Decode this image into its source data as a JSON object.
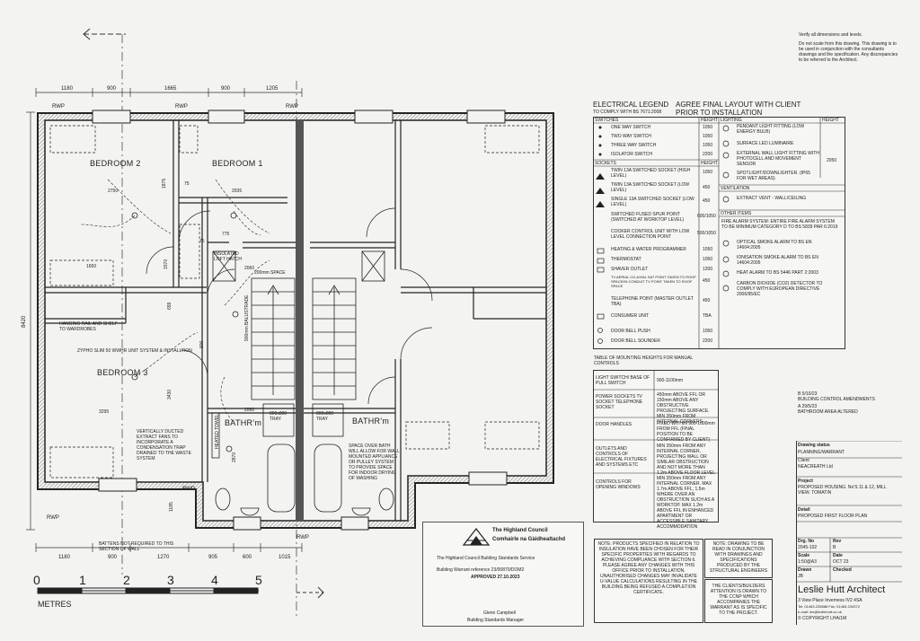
{
  "top_notes": {
    "verify": "Verify all dimensions and levels.",
    "scale_note": "Do not scale from this drawing. This drawing is to be used in conjunction with the consultants drawings and the specification. Any discrepancies to be referred to the Architect."
  },
  "plan": {
    "top_dims": [
      "1180",
      "900",
      "1665",
      "900",
      "1205"
    ],
    "bottom_dims": [
      "1180",
      "900",
      "1270",
      "905",
      "600",
      "1015"
    ],
    "left_dim": "8420",
    "rwp": "RWP",
    "rooms": {
      "bedroom2": "BEDROOM 2",
      "bedroom1": "BEDROOM 1",
      "bedroom3": "BEDROOM 3",
      "bath_left": "BATHR'm",
      "bath_right": "BATHR'm"
    },
    "inner_dims": [
      "2750",
      "2935",
      "1650",
      "1875",
      "1570",
      "2060",
      "659",
      "800",
      "3430",
      "3295",
      "2060",
      "775",
      "75",
      "75",
      "2870",
      "1185"
    ],
    "labels": {
      "hanging_rail": "HANGING RAIL AND SHELF TO WARDROBES",
      "zypho": "ZYPHO SLIM 50 WWHR UNIT SYSTEM & INSTALLTION",
      "insulated_loft": "INSULATED LOFT HATCH",
      "space_200": "200mm SPACE",
      "balustrade": "900mm BALUSTRADE",
      "tray_left": "800x800 TRAY",
      "tray_right": "800x800 TRAY",
      "heated_towel": "HEATED TOWEL",
      "ducted": "VERTICALLY DUCTED EXTRACT FANS TO INCORPORATE A CONDENSATION TRAP DRAINED TO THE WASTE SYSTEM",
      "space_over_bath": "SPACE OVER BATH WILL ALLOW FOR WALL MOUNTED APPLIANCE OR PULLEY SYSTEM TO PROVIDE SPACE FOR INDOOR DRYING OF WASHING",
      "battens": "BATTENS NOT REQUIRED TO THIS SECTION OF WALL"
    },
    "scale_bar": {
      "ticks": [
        "0",
        "1",
        "2",
        "3",
        "4",
        "5"
      ],
      "unit": "METRES"
    }
  },
  "legend": {
    "title": "ELECTRICAL LEGEND",
    "subtitle": "TO COMPLY WITH BS 7671:2008",
    "agree": "AGREE FINAL LAYOUT WITH CLIENT PRIOR TO INSTALLATION",
    "col_switches": "SWITCHES",
    "col_height": "HEIGHT",
    "col_lighting": "LIGHTING",
    "switches": [
      {
        "label": "ONE WAY SWITCH",
        "h": "1050"
      },
      {
        "label": "TWO WAY SWITCH",
        "h": "1050"
      },
      {
        "label": "THREE WAY SWITCH",
        "h": "1050"
      },
      {
        "label": "ISOLATOR SWITCH",
        "h": "2200"
      }
    ],
    "col_sockets": "SOCKETS",
    "sockets": [
      {
        "label": "TWIN 13A SWITCHED SOCKET (HIGH LEVEL)",
        "h": "1050"
      },
      {
        "label": "TWIN 13A SWITCHED SOCKET (LOW LEVEL)",
        "h": "450"
      },
      {
        "label": "SINGLE 13A SWITCHED SOCKET (LOW LEVEL)",
        "h": "450"
      },
      {
        "label": "SWITCHED FUSED SPUR POINT (SWITCHED AT WORKTOP LEVEL)",
        "h": "600/1050"
      },
      {
        "label": "COOKER CONTROL UNIT WITH LOW LEVEL CONNECTION POINT",
        "h": "500/1050"
      },
      {
        "label": "HEATING & WATER PROGRAMMER",
        "h": "1050"
      },
      {
        "label": "THERMOSTAT",
        "h": "1050"
      },
      {
        "label": "SHAVER OUTLET",
        "h": "1200"
      },
      {
        "label": "TV AERIAL CO-AXIAL SAT POINT TAKEN TO ROOF SPACE/IN CONDUIT TV POINT TAKEN TO ROOF SPACE",
        "h": "450"
      },
      {
        "label": "TELEPHONE POINT (MASTER OUTLET TBA)",
        "h": "450"
      },
      {
        "label": "CONSUMER UNIT",
        "h": "TBA"
      },
      {
        "label": "DOOR BELL PUSH",
        "h": "1050"
      },
      {
        "label": "DOOR BELL SOUNDER",
        "h": "2200"
      }
    ],
    "lighting": [
      {
        "label": "PENDANT LIGHT FITTING (LOW ENERGY BULB)"
      },
      {
        "label": "SURFACE LED LUMINAIRE"
      },
      {
        "label": "EXTERNAL WALL LIGHT FITTING WITH PHOTOCELL AND MOVEMENT SENSOR",
        "h": "2050"
      },
      {
        "label": "SPOTLIGHT/DOWNLIGHTER. (IP65 FOR WET AREAS)"
      }
    ],
    "col_ventilation": "VENTILATION",
    "ventilation": [
      {
        "label": "EXTRACT VENT - WALL/CEILING"
      }
    ],
    "col_other": "OTHER ITEMS",
    "other": [
      {
        "label": "FIRE ALARM SYSTEM: ENTIRE FIRE ALARM SYSTEM TO BE MINIMUM CATEGORY D TO BS 5839 PAR 6:2019"
      },
      {
        "label": "OPTICAL SMOKE ALARM TO BS EN 14604:2005"
      },
      {
        "label": "IONISATION SMOKE ALARM TO BS EN 14604:2005"
      },
      {
        "label": "HEAT ALARM TO BS 5446 PART 2:2003"
      },
      {
        "label": "CARBON DIOXIDE (CO2) DETECTOR TO COMPLY WITH EUROPEAN DIRECTIVE 2006/95/EC"
      }
    ]
  },
  "mounting": {
    "title": "TABLE OF MOUNTING HEIGHTS FOR MANUAL CONTROLS",
    "rows": [
      {
        "item": "LIGHT SWITCH/ BASE OF PULL SWITCH",
        "value": "900-1100mm"
      },
      {
        "item": "POWER SOCKETS TV SOCKET TELEPHONE SOCKET",
        "value": "450mm ABOVE FFL OR 150mm ABOVE ANY OBSTRUCTIVE PROJECTING SURFACE. MIN 350mm FROM INTERNAL CORNERS"
      },
      {
        "item": "DOOR HANDLES",
        "value": "FIXED WITHIN 900-1000mm FROM FFL (FINAL POSITION TO BE CONFIRMED BY CLIENT)"
      },
      {
        "item": "OUTLETS AND CONTROLS OF ELECTRICAL FIXTURES AND SYSTEMS ETC",
        "value": "MIN 350mm FROM ANY INTERNAL CORNER, PROJECTING WALL OR SIMILAR OBSTRUCTION AND NOT MORE THAN 1.2m ABOVE FLOOR LEVEL"
      },
      {
        "item": "CONTROLS FOR OPENING WINDOWS",
        "value": "MIN 350mm FROM ANY INTERNAL CORNER. MAX 1.7m ABOVE FFL, 1.5m WHERE OVER AN OBSTRUCTION SUCH AS A WORKTOP. MAX 1.2m ABOVE FFL IN ENHANCED APARTMENT OR ACCESSIBLE SANITARY ACCOMMODATION"
      }
    ]
  },
  "stamp": {
    "org_en": "The Highland Council",
    "org_gd": "Comhairle na Gàidhealtachd",
    "service": "The Highland Council Building Standards Service",
    "ref": "Building Warrant reference 23/00870/DOM2",
    "approved": "APPROVED 27.10.2023",
    "name": "Glenn Campbell",
    "role": "Building Standards Manager"
  },
  "notes": {
    "products": "NOTE: PRODUCTS SPECIFIED IN RELATION TO INSULATION HAVE BEEN CHOSEN FOR THEIR SPECIFIC PROPERTIES WITH REGARDS TO ACHIEVING COMPLIANCE WITH SECTION 6. PLEASE AGREE ANY CHANGES WITH THIS OFFICE PRIOR TO INSTALLATION. UNAUTHORISED CHANGES MAY INVALIDATE U-VALUE CALCULATIONS RESULTING IN THE BUILDING BEING REFUSED A COMPLETION CERTIFICATE.",
    "drawing": "NOTE: DRAWING TO BE READ IN CONJUNCTION WITH DRAWINGS AND SPECIFICATIONS PRODUCED BY THE STRUCTURAL ENGINEERS",
    "ccnp": "THE CLIENTS/BUILDERS ATTENTION IS DRAWN TO THE CCNP WHICH ACCOMPANIES THE WARRANT AS IS SPECIFIC TO THE PROJECT."
  },
  "title_block": {
    "rev_b": "B 5/10/23",
    "rev_b_desc": "BUILDING CONTROL AMENDMENTS",
    "rev_a": "A 29/5/23",
    "rev_a_desc": "BATHROOM AREA ALTERED",
    "status_label": "Drawing status",
    "status": "PLANNING/WARRANT",
    "client_label": "Client",
    "client": "NEACREATH Ltd",
    "project_label": "Project",
    "project": "PROPOSED HOUSING. No'S 11 & 12, MILL VIEW. TOMATIN",
    "detail_label": "Detail",
    "detail": "PROPOSED FIRST FLOOR PLAN",
    "drg_no_label": "Drg. No",
    "drg_no": "2045-102",
    "rev_label": "Rev",
    "rev": "B",
    "scale_label": "Scale",
    "scale": "1:50@A3",
    "date_label": "Date",
    "date": "OCT 23",
    "drawn_label": "Drawn",
    "drawn": "JB",
    "checked_label": "Checked",
    "firm": "Leslie Hutt",
    "firm_suffix": "Architect",
    "address": "3 View Place Inverness IV2 4SA",
    "tel": "Tel: 01463-235888 Fax: 01463-234372",
    "email": "e-mail: les@lesliehutt.co.uk",
    "copyright": "© COPYRIGHT LHA/1M"
  }
}
